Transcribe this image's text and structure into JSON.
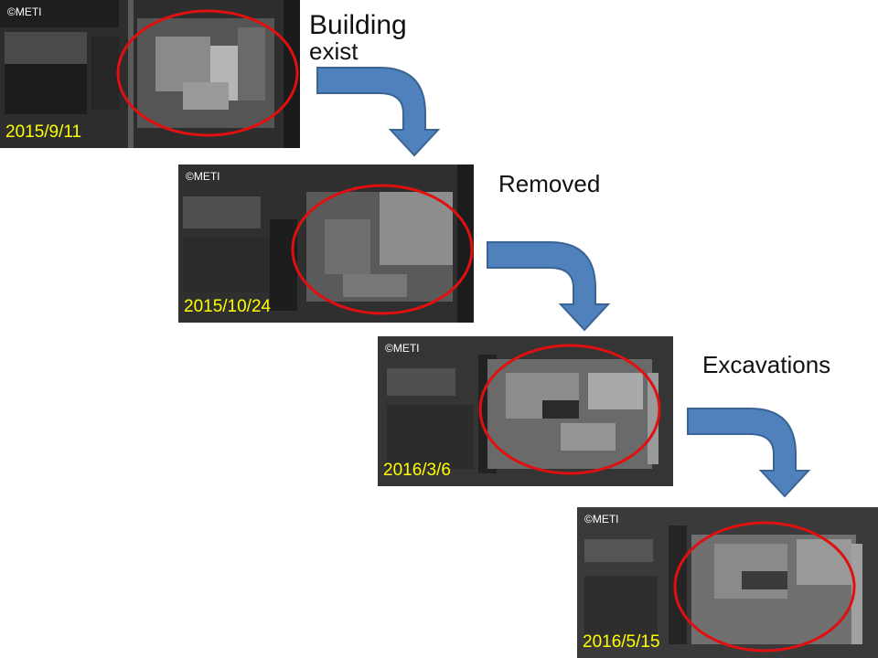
{
  "copyright_text": "©METI",
  "stages": [
    {
      "date": "2015/9/11",
      "label_line1": "Building",
      "label_line2": "exist"
    },
    {
      "date": "2015/10/24",
      "label": "Removed"
    },
    {
      "date": "2016/3/6",
      "label": "Excavations"
    },
    {
      "date": "2016/5/15"
    }
  ],
  "colors": {
    "date_text": "#ffff00",
    "highlight_ellipse": "#e01010",
    "arrow_fill": "#4f81bd",
    "arrow_stroke": "#3a6494"
  }
}
